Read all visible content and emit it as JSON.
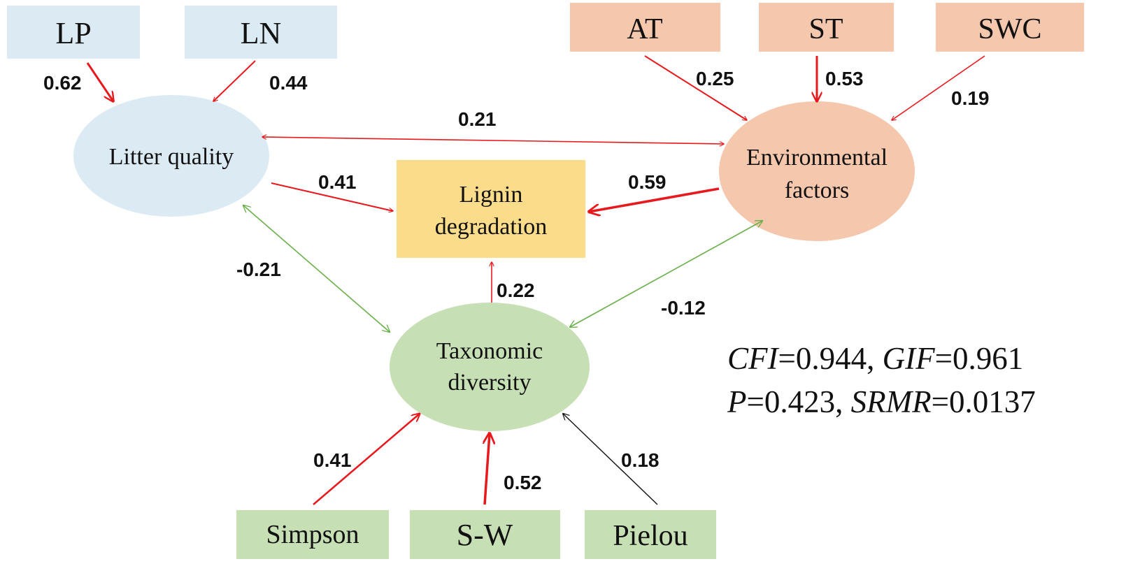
{
  "colors": {
    "litter_fill": "#dcebf3",
    "env_fill": "#f5c7ac",
    "lignin_fill": "#fbdc8a",
    "diversity_fill": "#c7dfb5",
    "arrow_red": "#e8191d",
    "arrow_green": "#6ab04c",
    "arrow_black": "#111111"
  },
  "boxes": {
    "lp": "LP",
    "ln": "LN",
    "at": "AT",
    "st": "ST",
    "swc": "SWC",
    "simpson": "Simpson",
    "sw": "S-W",
    "pielou": "Pielou"
  },
  "nodes": {
    "litter_quality": "Litter quality",
    "environmental_line1": "Environmental",
    "environmental_line2": "factors",
    "lignin_line1": "Lignin",
    "lignin_line2": "degradation",
    "taxonomic_line1": "Taxonomic",
    "taxonomic_line2": "diversity"
  },
  "paths": {
    "lp_litter": "0.62",
    "ln_litter": "0.44",
    "at_env": "0.25",
    "st_env": "0.53",
    "swc_env": "0.19",
    "litter_env": "0.21",
    "litter_lignin": "0.41",
    "env_lignin": "0.59",
    "litter_tax": "-0.21",
    "tax_lignin": "0.22",
    "env_tax": "-0.12",
    "simpson_tax": "0.41",
    "sw_tax": "0.52",
    "pielou_tax": "0.18"
  },
  "fit": {
    "cfi_label": "CFI",
    "cfi_value": "=0.944, ",
    "gif_label": "GIF",
    "gif_value": "=0.961",
    "p_label": "P",
    "p_value": "=0.423, ",
    "srmr_label": "SRMR",
    "srmr_value": "=0.0137"
  }
}
